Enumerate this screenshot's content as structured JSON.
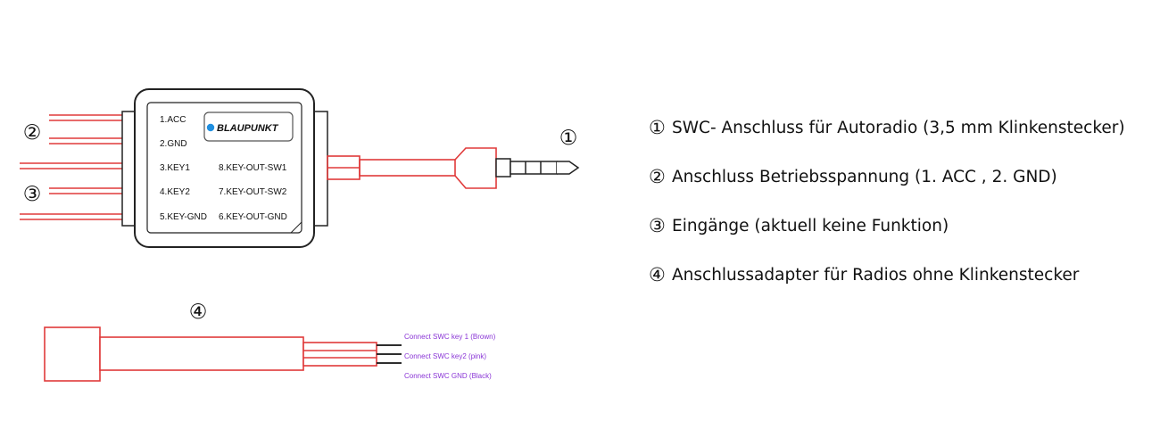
{
  "colors": {
    "wire": "#e03a3a",
    "outline": "#222222",
    "adapter_text": "#8a35d6",
    "logo_dot": "#1f8fe0"
  },
  "callouts": {
    "c1": "①",
    "c2": "②",
    "c3": "③",
    "c4": "④"
  },
  "module": {
    "logo_text": "BLAUPUNKT",
    "pins_left": [
      "1.ACC",
      "2.GND",
      "3.KEY1",
      "4.KEY2",
      "5.KEY-GND"
    ],
    "pins_right": [
      "8.KEY-OUT-SW1",
      "7.KEY-OUT-SW2",
      "6.KEY-OUT-GND"
    ]
  },
  "adapter": {
    "labels": [
      "Connect SWC key 1 (Brown)",
      "Connect SWC key2 (pink)",
      "Connect SWC GND (Black)"
    ]
  },
  "legend": [
    {
      "num": "①",
      "text": "SWC- Anschluss für Autoradio (3,5 mm Klinkenstecker)"
    },
    {
      "num": "②",
      "text": "Anschluss Betriebsspannung (1. ACC , 2. GND)"
    },
    {
      "num": "③",
      "text": "Eingänge (aktuell keine Funktion)"
    },
    {
      "num": "④",
      "text": "Anschlussadapter für Radios ohne Klinkenstecker"
    }
  ]
}
